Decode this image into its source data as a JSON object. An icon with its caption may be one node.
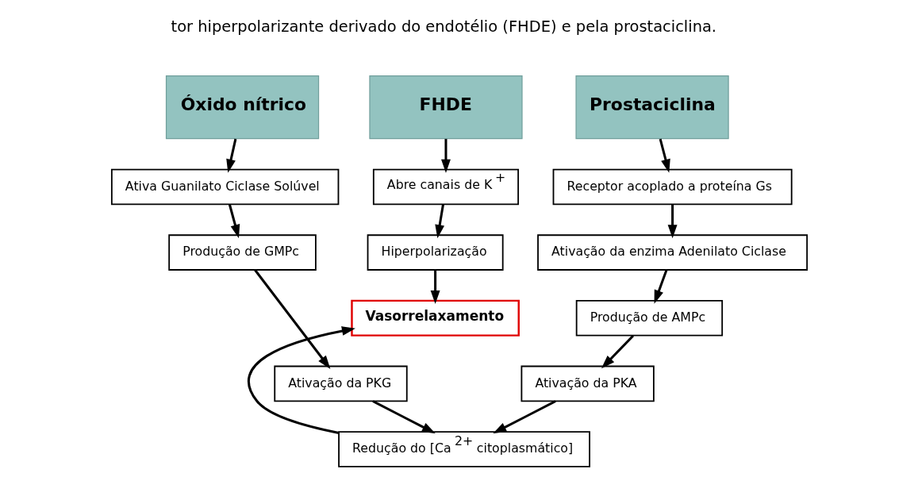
{
  "diagram": {
    "nodes": [
      {
        "text": [
          "Óxido nítrico"
        ]
      },
      {
        "text": [
          "FHDE"
        ]
      },
      {
        "text": [
          "Prostaciclina"
        ]
      },
      {
        "text": [
          "Ativa Guanilato Ciclase Solúvel"
        ]
      },
      {
        "text": [
          "Produção de GMPc"
        ]
      },
      {
        "text": [
          "Ativação da PKG"
        ]
      },
      {
        "text": [
          "Abre canais de K$^{+}$"
        ]
      },
      {
        "text": [
          "Hiperpolarização"
        ]
      },
      {
        "text": [
          "Vasorrelaxamento"
        ]
      },
      {
        "text": [
          "Receptor acoplado a proteína Gs"
        ]
      },
      {
        "text": [
          "Ativação da enzima Adenilato Ciclase"
        ]
      },
      {
        "text": [
          "Produção de AMPc"
        ]
      },
      {
        "text": [
          "Ativação da PKA"
        ]
      },
      {
        "text": [
          "Redução do [Ca$^{2+}$ citoplasmático]"
        ]
      }
    ],
    "edges": [
      {
        "from": 0,
        "to": 3,
        "arrow": "to"
      },
      {
        "from": 3,
        "to": 4,
        "arrow": "to"
      },
      {
        "from": 4,
        "to": 5,
        "arrow": "to"
      },
      {
        "from": 1,
        "to": 6,
        "arrow": "to"
      },
      {
        "from": 6,
        "to": 7,
        "arrow": "to"
      },
      {
        "from": 7,
        "to": 8,
        "arrow": "to"
      },
      {
        "from": 2,
        "to": 9,
        "arrow": "to"
      },
      {
        "from": 9,
        "to": 10,
        "arrow": "to"
      },
      {
        "from": 10,
        "to": 11,
        "arrow": "to"
      },
      {
        "from": 11,
        "to": 12,
        "arrow": "to"
      },
      {
        "from": 5,
        "to": 13,
        "arrow": "to"
      },
      {
        "from": 12,
        "to": 13,
        "arrow": "to"
      },
      {
        "from": 13,
        "to": 8,
        "arrow": "to"
      }
    ],
    "labels": [
      "tor hiperpolarizante derivado do endotélio (FHDE) e pela prostaciclina."
    ]
  }
}
